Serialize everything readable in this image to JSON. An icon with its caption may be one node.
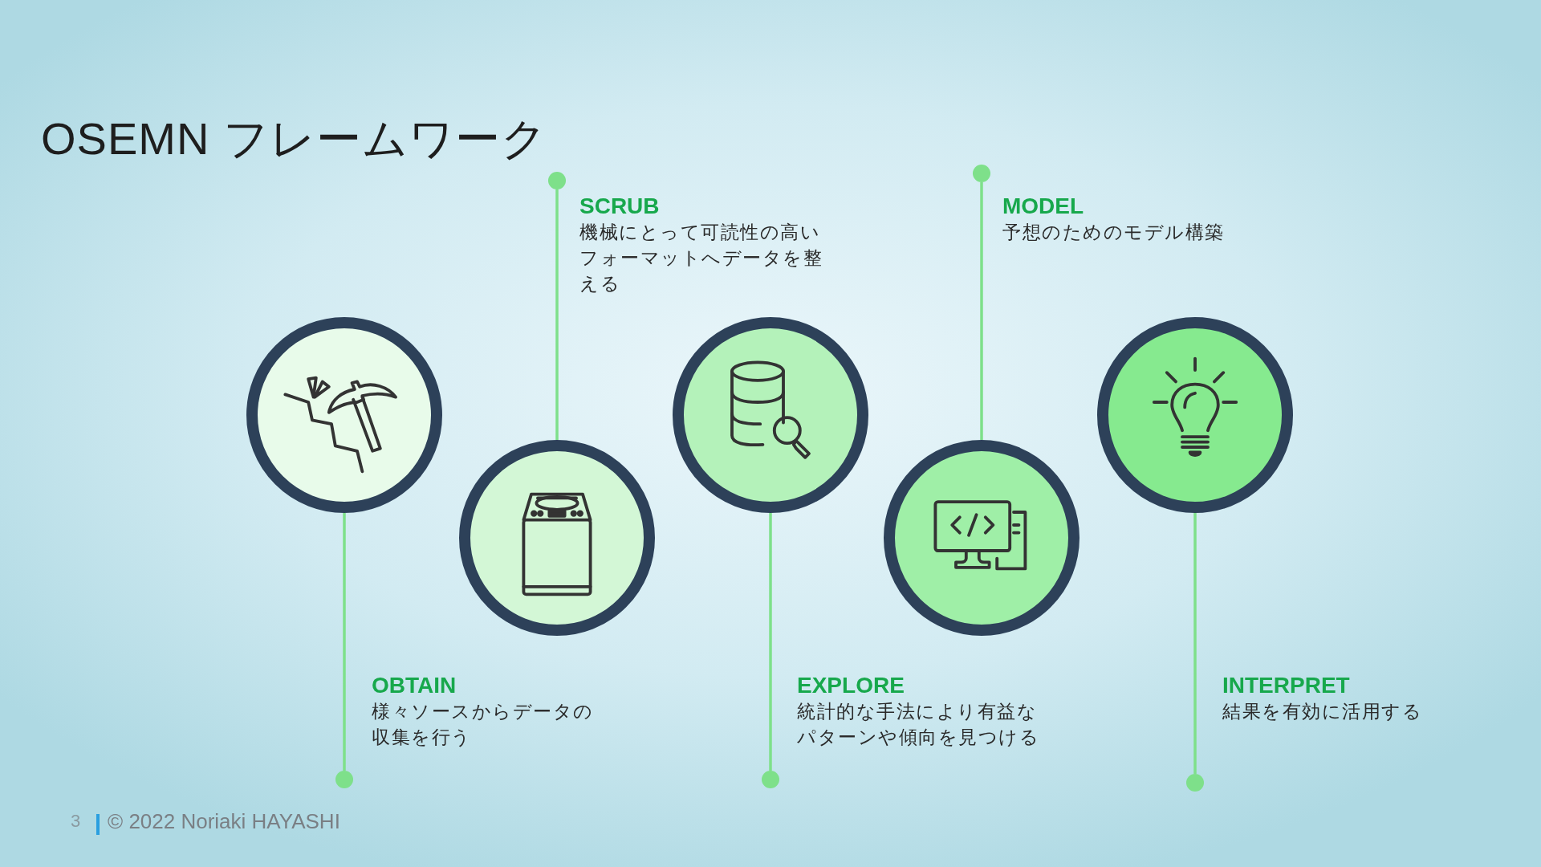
{
  "diagram": {
    "title": "OSEMN フレームワーク",
    "nodes": [
      {
        "text": [],
        "shape": "circle"
      },
      {
        "text": [],
        "shape": "circle",
        "beside": [
          "OBTAIN",
          "様々ソースからデータの収集を行う"
        ]
      },
      {
        "text": [],
        "shape": "circle",
        "beside": [
          "SCRUB",
          "機械にとって可読性の高いフォーマットへデータを整える"
        ]
      },
      {
        "text": [],
        "shape": "circle"
      },
      {
        "text": [],
        "shape": "circle"
      },
      {
        "text": [],
        "shape": "circle",
        "beside": [
          "EXPLORE",
          "統計的な手法により有益なパターンや傾向を見つける"
        ]
      },
      {
        "text": [],
        "shape": "circle",
        "beside": [
          "MODEL",
          "予想のためのモデル構築"
        ]
      },
      {
        "text": [],
        "shape": "circle"
      },
      {
        "text": [],
        "shape": "circle"
      },
      {
        "text": [],
        "shape": "circle",
        "beside": [
          "INTERPRET",
          "結果を有効に活用する"
        ]
      }
    ],
    "edges": [
      {
        "from": 0,
        "to": 1,
        "arrow": "none"
      },
      {
        "from": 3,
        "to": 2,
        "arrow": "none"
      },
      {
        "from": 4,
        "to": 5,
        "arrow": "none"
      },
      {
        "from": 7,
        "to": 6,
        "arrow": "none"
      },
      {
        "from": 8,
        "to": 9,
        "arrow": "none"
      }
    ],
    "labels": [
      "3",
      "© 2022 Noriaki HAYASHI"
    ]
  }
}
